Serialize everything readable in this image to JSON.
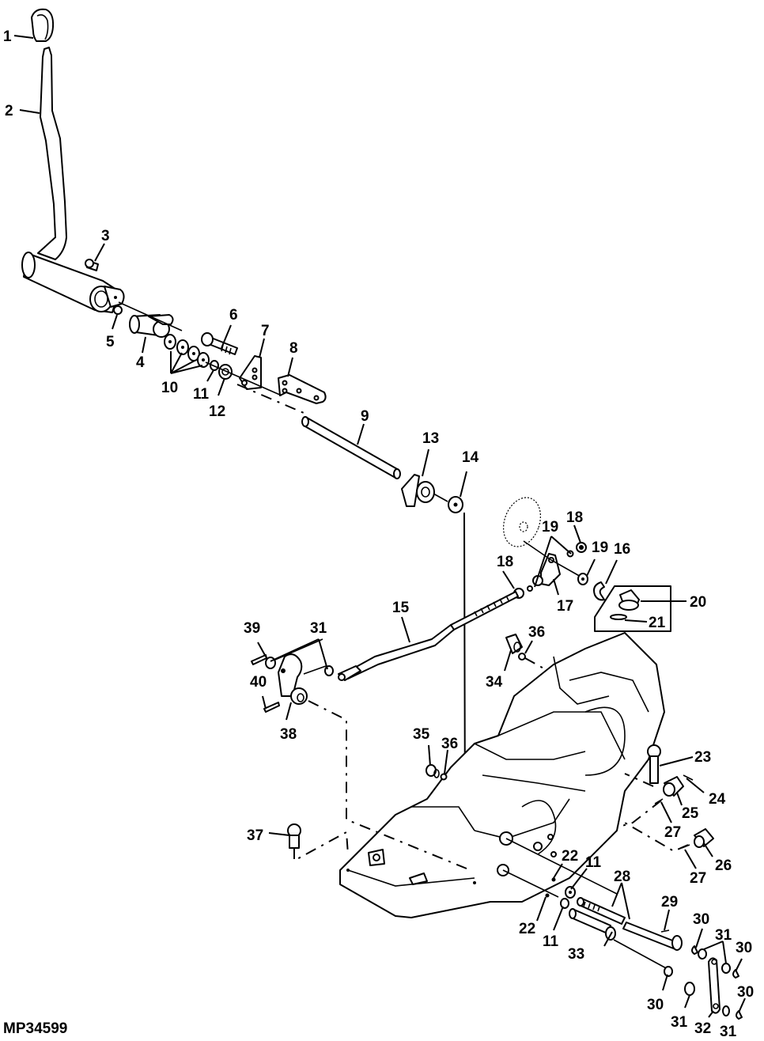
{
  "figure": {
    "id": "MP34599",
    "type": "exploded parts diagram"
  },
  "callouts": [
    {
      "key": "c1",
      "label": "1"
    },
    {
      "key": "c2",
      "label": "2"
    },
    {
      "key": "c3",
      "label": "3"
    },
    {
      "key": "c4",
      "label": "4"
    },
    {
      "key": "c5",
      "label": "5"
    },
    {
      "key": "c6",
      "label": "6"
    },
    {
      "key": "c7",
      "label": "7"
    },
    {
      "key": "c8",
      "label": "8"
    },
    {
      "key": "c9",
      "label": "9"
    },
    {
      "key": "c10",
      "label": "10"
    },
    {
      "key": "c11a",
      "label": "11"
    },
    {
      "key": "c12",
      "label": "12"
    },
    {
      "key": "c13",
      "label": "13"
    },
    {
      "key": "c14",
      "label": "14"
    },
    {
      "key": "c15",
      "label": "15"
    },
    {
      "key": "c16",
      "label": "16"
    },
    {
      "key": "c17",
      "label": "17"
    },
    {
      "key": "c18a",
      "label": "18"
    },
    {
      "key": "c18b",
      "label": "18"
    },
    {
      "key": "c19a",
      "label": "19"
    },
    {
      "key": "c19b",
      "label": "19"
    },
    {
      "key": "c20",
      "label": "20"
    },
    {
      "key": "c21",
      "label": "21"
    },
    {
      "key": "c22a",
      "label": "22"
    },
    {
      "key": "c22b",
      "label": "22"
    },
    {
      "key": "c23",
      "label": "23"
    },
    {
      "key": "c24",
      "label": "24"
    },
    {
      "key": "c25",
      "label": "25"
    },
    {
      "key": "c26",
      "label": "26"
    },
    {
      "key": "c27a",
      "label": "27"
    },
    {
      "key": "c27b",
      "label": "27"
    },
    {
      "key": "c28",
      "label": "28"
    },
    {
      "key": "c29",
      "label": "29"
    },
    {
      "key": "c30a",
      "label": "30"
    },
    {
      "key": "c30b",
      "label": "30"
    },
    {
      "key": "c30c",
      "label": "30"
    },
    {
      "key": "c30d",
      "label": "30"
    },
    {
      "key": "c31a",
      "label": "31"
    },
    {
      "key": "c31b",
      "label": "31"
    },
    {
      "key": "c31c",
      "label": "31"
    },
    {
      "key": "c31d",
      "label": "31"
    },
    {
      "key": "c32",
      "label": "32"
    },
    {
      "key": "c33",
      "label": "33"
    },
    {
      "key": "c34",
      "label": "34"
    },
    {
      "key": "c35",
      "label": "35"
    },
    {
      "key": "c36a",
      "label": "36"
    },
    {
      "key": "c36b",
      "label": "36"
    },
    {
      "key": "c37",
      "label": "37"
    },
    {
      "key": "c38",
      "label": "38"
    },
    {
      "key": "c39",
      "label": "39"
    },
    {
      "key": "c40",
      "label": "40"
    },
    {
      "key": "c11b",
      "label": "11"
    },
    {
      "key": "c11c",
      "label": "11"
    }
  ],
  "labels": {
    "c1": "1",
    "c2": "2",
    "c3": "3",
    "c4": "4",
    "c5": "5",
    "c6": "6",
    "c7": "7",
    "c8": "8",
    "c9": "9",
    "c10": "10",
    "c11a": "11",
    "c11b": "11",
    "c11c": "11",
    "c12": "12",
    "c13": "13",
    "c14": "14",
    "c15": "15",
    "c16": "16",
    "c17": "17",
    "c18a": "18",
    "c18b": "18",
    "c19a": "19",
    "c19b": "19",
    "c20": "20",
    "c21": "21",
    "c22a": "22",
    "c22b": "22",
    "c23": "23",
    "c24": "24",
    "c25": "25",
    "c26": "26",
    "c27a": "27",
    "c27b": "27",
    "c28": "28",
    "c29": "29",
    "c30a": "30",
    "c30b": "30",
    "c30c": "30",
    "c30d": "30",
    "c31a": "31",
    "c31b": "31",
    "c31c": "31",
    "c31d": "31",
    "c32": "32",
    "c33": "33",
    "c34": "34",
    "c35": "35",
    "c36a": "36",
    "c36b": "36",
    "c37": "37",
    "c38": "38",
    "c39": "39",
    "c40": "40"
  }
}
